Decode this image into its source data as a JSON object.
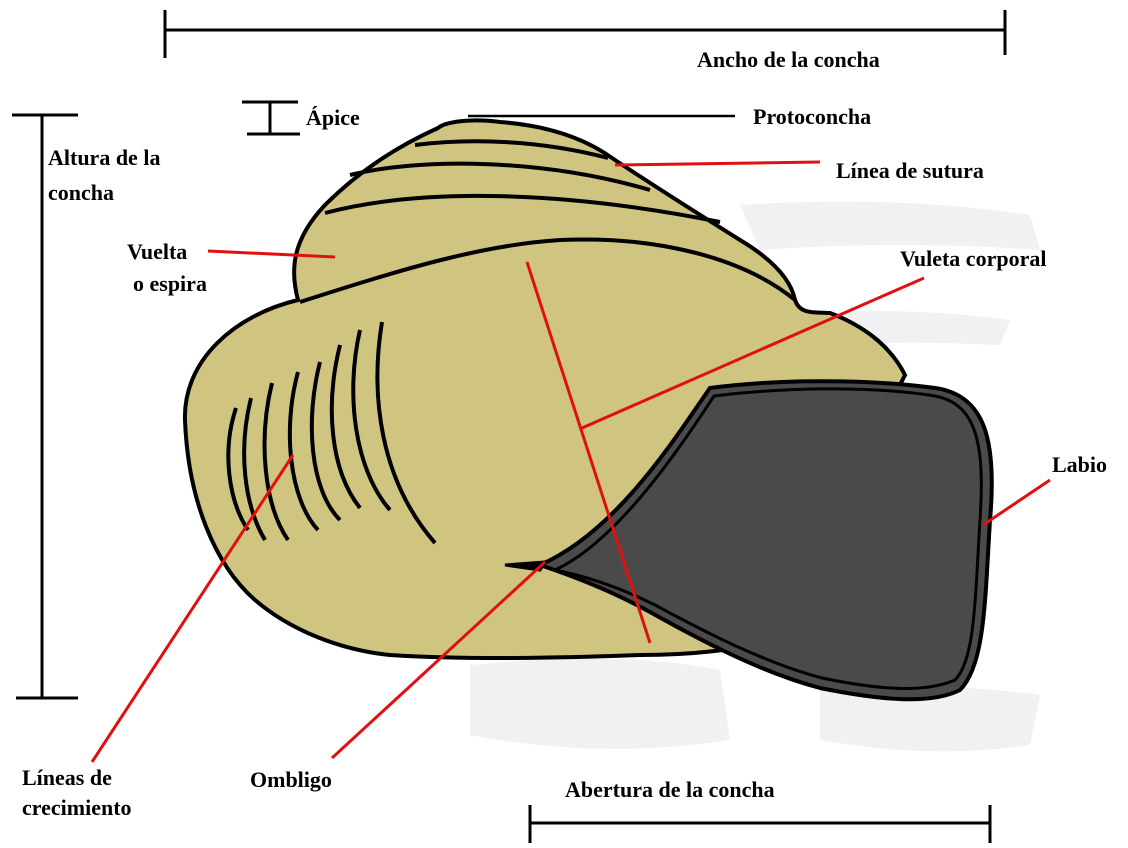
{
  "colors": {
    "shell": "#cfc581",
    "outline": "#000000",
    "aperture": "#4a4a4a",
    "lip": "#ffffff",
    "leader": "#e01010",
    "background": "#ffffff",
    "smudge": "#f1f1f1"
  },
  "labels": {
    "shell_width": "Ancho de la concha",
    "apex": "Ápice",
    "protoconch": "Protoconcha",
    "shell_height_1": "Altura de la",
    "shell_height_2": "concha",
    "suture_line": "Línea de sutura",
    "whorl_1": "Vuelta",
    "whorl_2": "o espira",
    "body_whorl": "Vuleta corporal",
    "lip": "Labio",
    "growth_lines_1": "Líneas de",
    "growth_lines_2": "crecimiento",
    "umbilicus": "Ombligo",
    "aperture_width": "Abertura de la concha"
  }
}
